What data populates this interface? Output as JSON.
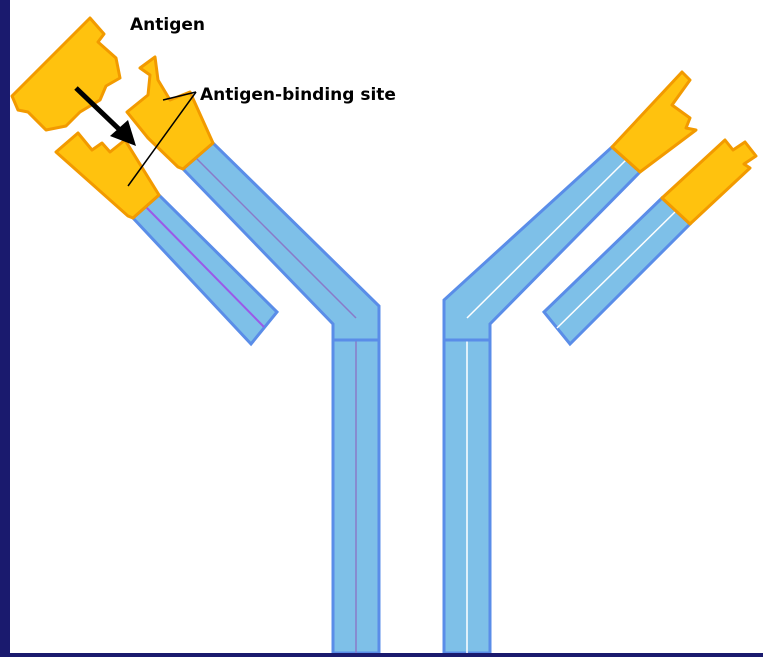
{
  "labels": {
    "antigen": "Antigen",
    "binding_site": "Antigen-binding site"
  },
  "colors": {
    "background_frame": "#1a1a6e",
    "canvas": "#ffffff",
    "chain_fill": "#7ec0e8",
    "chain_stroke": "#5a8de8",
    "heavy_chain_line": "#8a7ac8",
    "light_chain_line": "#9b59e8",
    "variable_region_fill": "#ffc20e",
    "variable_region_stroke": "#f29a00",
    "antigen_fill": "#ffc20e",
    "antigen_stroke": "#f29a00",
    "arrow": "#000000",
    "leader_line": "#000000"
  },
  "icons": {
    "antigen": "antigen-shape",
    "arrow": "binding-arrow"
  }
}
